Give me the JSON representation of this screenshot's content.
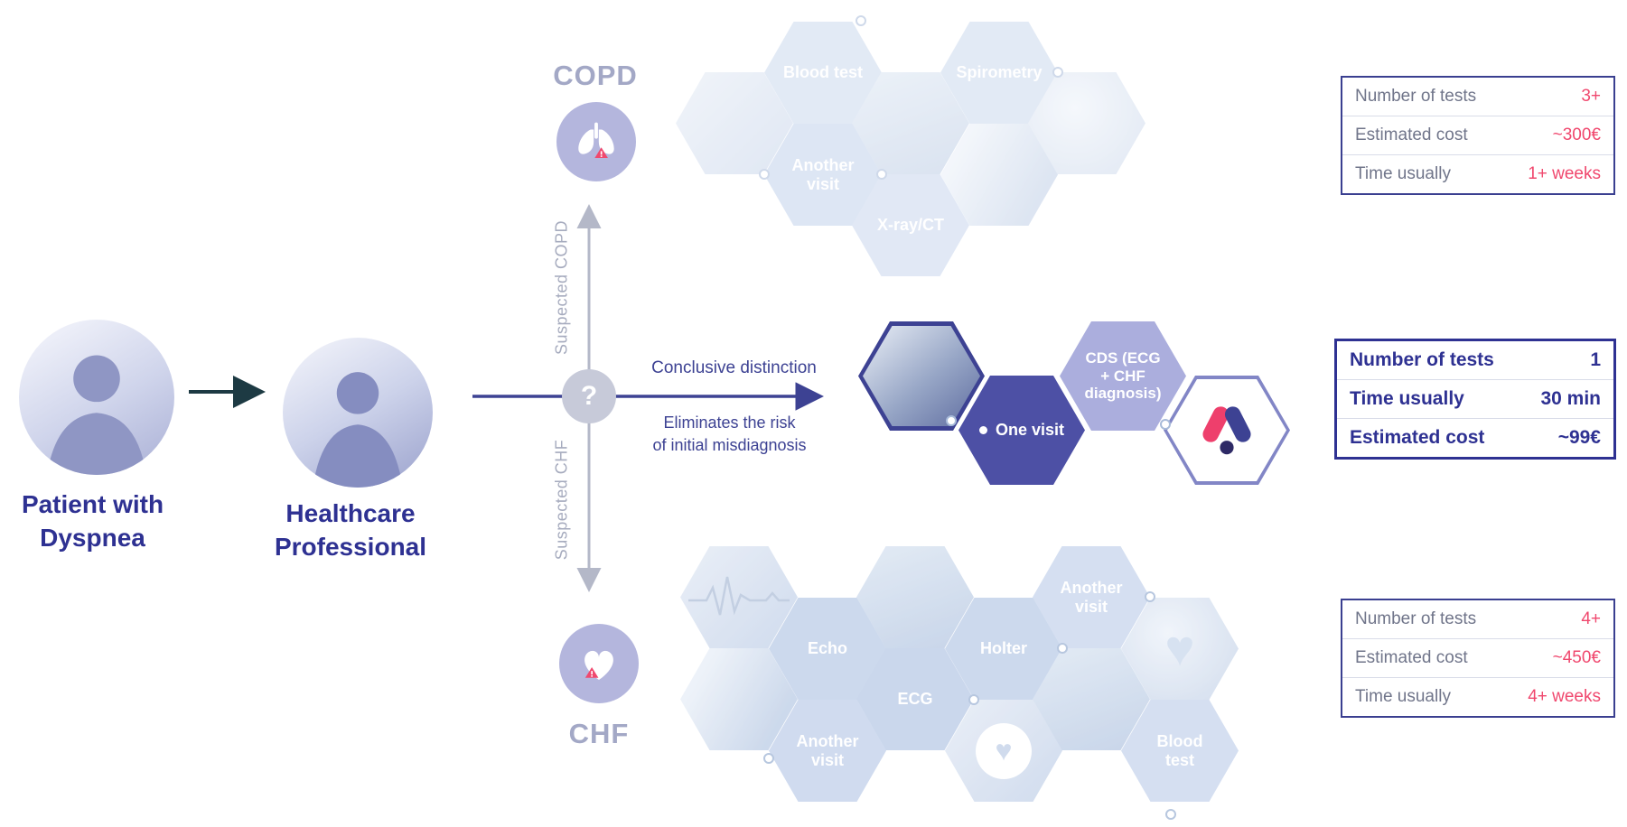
{
  "patient": {
    "line1": "Patient with",
    "line2": "Dyspnea"
  },
  "professional": {
    "line1": "Healthcare",
    "line2": "Professional"
  },
  "decision": {
    "question_mark": "?",
    "suspected_copd": "Suspected COPD",
    "suspected_chf": "Suspected CHF",
    "conclusive": "Conclusive distinction",
    "eliminates_line1": "Eliminates the risk",
    "eliminates_line2": "of initial misdiagnosis"
  },
  "copd": {
    "title": "COPD",
    "hexes": {
      "blood_test": "Blood test",
      "spirometry": "Spirometry",
      "another_visit": "Another visit",
      "xray": "X-ray/CT"
    }
  },
  "chf": {
    "title": "CHF",
    "hexes": {
      "echo": "Echo",
      "holter": "Holter",
      "another_visit_top": "Another visit",
      "ecg": "ECG",
      "another_visit_bottom": "Another visit",
      "blood_test": "Blood test"
    }
  },
  "pathway": {
    "one_visit": "One visit",
    "cds": "CDS (ECG + CHF diagnosis)"
  },
  "tables": {
    "copd": {
      "rows": [
        {
          "label": "Number of tests",
          "value": "3+"
        },
        {
          "label": "Estimated cost",
          "value": "~300€"
        },
        {
          "label": "Time usually",
          "value": "1+ weeks"
        }
      ]
    },
    "main": {
      "rows": [
        {
          "label": "Number of tests",
          "value": "1"
        },
        {
          "label": "Time usually",
          "value": "30 min"
        },
        {
          "label": "Estimated cost",
          "value": "~99€"
        }
      ]
    },
    "chf": {
      "rows": [
        {
          "label": "Number of tests",
          "value": "4+"
        },
        {
          "label": "Estimated cost",
          "value": "~450€"
        },
        {
          "label": "Time usually",
          "value": "4+ weeks"
        }
      ]
    }
  },
  "colors": {
    "navy": "#2e3192",
    "line_purple": "#3d4293",
    "pink": "#f0486e",
    "arrow_gray": "#b4b8c8",
    "hex_solid": "#4d50a5",
    "hex_cds": "#abaedd",
    "icon_circle": "#b4b6dd"
  }
}
